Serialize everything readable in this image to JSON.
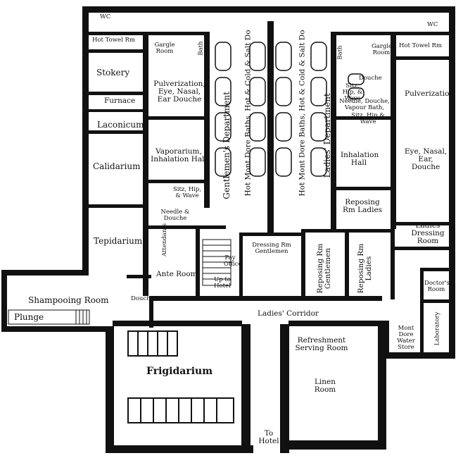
{
  "rooms": {
    "wc_left": "WC",
    "wc_right": "WC",
    "hot_towel_left": "Hot Towel Rm",
    "hot_towel_right": "Hot Towel Rm",
    "gargle_left": "Gargle Room",
    "gargle_right": "Gargle Room",
    "bath_left": "Bath",
    "bath_right": "Bath",
    "stokery": "Stokery",
    "furnace": "Furnace",
    "laconicum": "Laconicum",
    "calidarium": "Calidarium",
    "tepidarium": "Tepidarium",
    "pulverization_left": "Pulverization, Eye, Nasal, Ear Douche",
    "vaporarium": "Vaporarium, Inhalation Hall",
    "sitz_left": "Sitz, Hip, & Wave",
    "needle_left": "Needle & Douche",
    "attendants": "Attendants",
    "ante_room": "Ante Room",
    "douche_small": "Douche",
    "shampooing": "Shampooing Room",
    "plunge": "Plunge",
    "gentlemens_dept": "Gentlemen's Department",
    "hot_mont_dore_left": "Hot Mont Dore Baths, Hot & Cold & Salt Do",
    "hot_mont_dore_right": "Hot Mont Dore Baths, Hot & Cold & Salt Do",
    "ladies_dept": "Ladies' Department",
    "dressing_gentlemen": "Dressing Rm Gentlemen",
    "pay_office": "Pay Office",
    "up_to_hotel": "Up to Hotel",
    "reposing_gentlemen": "Reposing Rm Gentlemen",
    "reposing_ladies_mid": "Reposing Rm Ladies",
    "douche_right": "Douche",
    "sitz_right": "Sitz, Hip, & Wave",
    "needle_right": "Needle, Douche, Vapour Bath,",
    "sitz_right2": "Sitz, Hip & Wave",
    "pulverization_right": "Pulverization",
    "inhalation_right": "Inhalation Hall",
    "eye_right": "Eye, Nasal, Ear, Douche",
    "reposing_ladies_right": "Reposing Rm Ladies",
    "ladies_dressing": "Ladies Dressing Room",
    "doctors_room": "Doctor's Room",
    "ladies_corridor": "Ladies' Corridor",
    "laboratory": "Laboratory",
    "mont_dore_store": "Mont Dore Water Store",
    "refreshment": "Refreshment Serving Room",
    "linen": "Linen Room",
    "frigidarium": "Frigidarium",
    "to_hotel": "To Hotel"
  }
}
